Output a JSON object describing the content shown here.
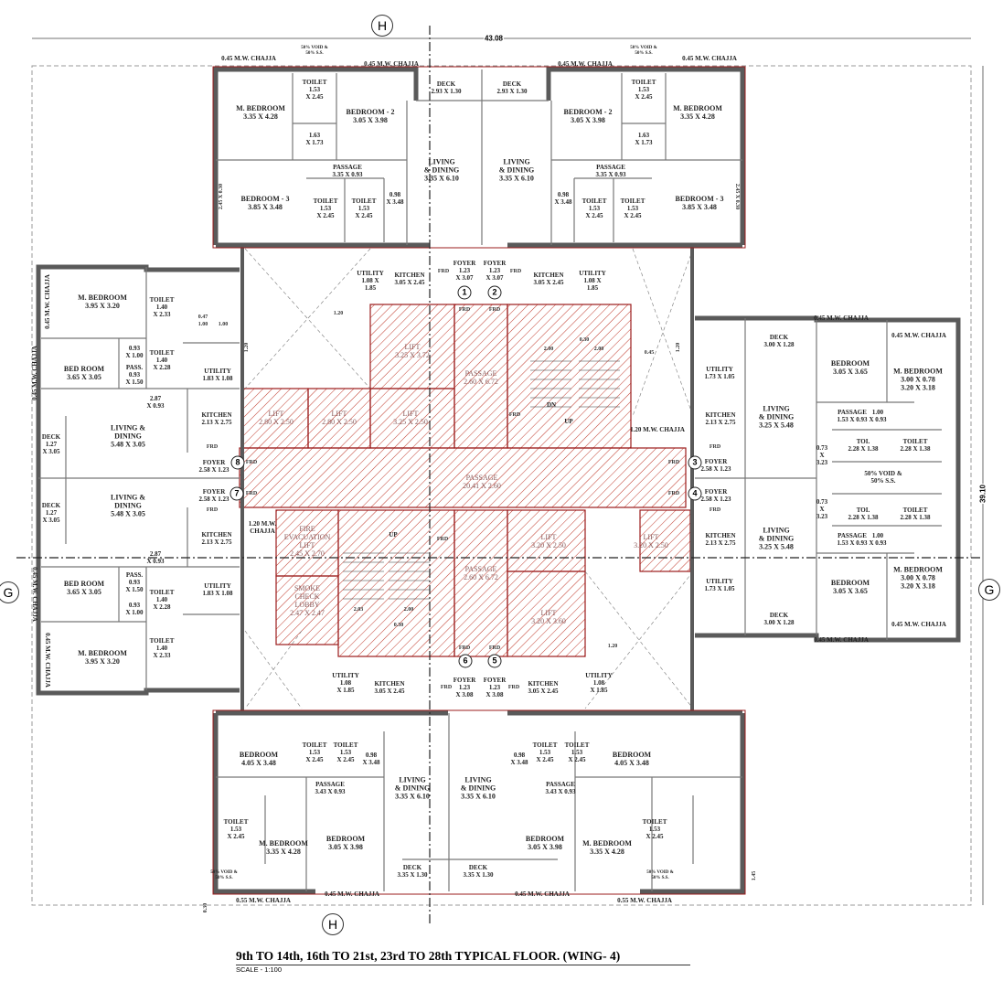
{
  "drawing": {
    "title": "9th TO 14th, 16th TO 21st, 23rd TO 28th TYPICAL FLOOR. (WING- 4)",
    "scale": "SCALE - 1:100",
    "overall_width": "43.08",
    "overall_depth": "39.10",
    "section_h": "H",
    "section_g": "G",
    "colors": {
      "wall": "#5a5a5a",
      "hatch": "#c0392b",
      "outline": "#9b1c1c"
    }
  },
  "flat_numbers": [
    "1",
    "2",
    "3",
    "4",
    "5",
    "6",
    "7",
    "8"
  ],
  "rooms": {
    "top_left": [
      "M. BEDROOM\n3.35 X 4.28",
      "TOILET\n1.53\nX 2.45",
      "1.63\nX 1.73",
      "BEDROOM - 2\n3.05 X 3.98",
      "PASSAGE\n3.35 X 0.93",
      "BEDROOM - 3\n3.85 X 3.48",
      "TOILET\n1.53\nX 2.45",
      "TOILET\n1.53\nX 2.45",
      "0.98\nX 3.48",
      "DECK\n2.93 X 1.30",
      "LIVING\n& DINING\n3.35 X 6.10",
      "UTILITY\n1.08 X\n1.85",
      "KITCHEN\n3.05 X 2.45",
      "FOYER\n1.23\nX 3.07"
    ],
    "top_right": [
      "M. BEDROOM\n3.35 X 4.28",
      "TOILET\n1.53\nX 2.45",
      "1.63\nX 1.73",
      "BEDROOM - 2\n3.05 X 3.98",
      "PASSAGE\n3.35 X 0.93",
      "BEDROOM - 3\n3.85 X 3.48",
      "TOILET\n1.53\nX 2.45",
      "TOILET\n1.53\nX 2.45",
      "0.98\nX 3.48",
      "DECK\n2.93 X 1.30",
      "LIVING\n& DINING\n3.35 X 6.10",
      "UTILITY\n1.08 X\n1.85",
      "KITCHEN\n3.05 X 2.45",
      "FOYER\n1.23\nX 3.07"
    ],
    "left": [
      "M. BEDROOM\n3.95 X 3.20",
      "TOILET\n1.40\nX 2.33",
      "BED ROOM\n3.65 X 3.05",
      "0.93\nX 1.00",
      "PASS.\n0.93\nX 1.50",
      "TOILET\n1.40\nX 2.28",
      "UTILITY\n1.83 X 1.08",
      "2.87\nX 0.93",
      "KITCHEN\n2.13 X 2.75",
      "DECK\n1.27\nX 3.05",
      "LIVING &\nDINING\n5.48 X 3.05",
      "FOYER\n2.58 X 1.23",
      "FOYER\n2.58 X 1.23",
      "DECK\n1.27\nX 3.05",
      "LIVING &\nDINING\n5.48 X 3.05",
      "KITCHEN\n2.13 X 2.75",
      "2.87\nX 0.93",
      "BED ROOM\n3.65 X 3.05",
      "PASS.\n0.93\nX 1.50",
      "0.93\nX 1.00",
      "TOILET\n1.40\nX 2.28",
      "UTILITY\n1.83 X 1.08",
      "M. BEDROOM\n3.95 X 3.20",
      "TOILET\n1.40\nX 2.33"
    ],
    "core": [
      "LIFT\n3.25 X 3.72",
      "LIFT\n2.80 X 2.50",
      "LIFT\n2.80 X 2.50",
      "LIFT\n3.25 X 2.50",
      "PASSAGE\n2.60 X 6.72",
      "PASSAGE\n20.41 X 2.60",
      "FIRE\nEVACUATION\nLIFT\n2.45 X 2.70",
      "SMOKE\nCHECK\nLOBBY\n2.47 X 2.47",
      "PASSAGE\n2.60 X 6.72",
      "LIFT\n3.20 X 2.50",
      "LIFT\n3.20 X 2.50",
      "LIFT\n3.20 X 3.60"
    ],
    "core_notes": [
      "1.20 M.W. CHAJJA",
      "1.20 M.W.\nCHAJJA",
      "DN",
      "UP",
      "UP"
    ],
    "right": [
      "DECK\n3.00 X 1.28",
      "BEDROOM\n3.05 X 3.65",
      "M. BEDROOM\n3.00 X 0.78\n3.20 X 3.18",
      "UTILITY\n1.73 X 1.05",
      "KITCHEN\n2.13 X 2.75",
      "LIVING\n& DINING\n3.25 X 5.48",
      "PASSAGE\n1.53 X 0.93",
      "1.00\nX 0.93",
      "TOI.\n2.28 X 1.38",
      "TOILET\n2.28 X 1.38",
      "0.73\nX\n3.23",
      "FOYER\n2.58 X 1.23",
      "50% VOID &\n50% S.S.",
      "FOYER\n2.58 X 1.23",
      "0.73\nX\n3.23",
      "TOI.\n2.28 X 1.38",
      "TOILET\n2.28 X 1.38",
      "PASSAGE\n1.53 X 0.93",
      "1.00\nX 0.93",
      "KITCHEN\n2.13 X 2.75",
      "LIVING\n& DINING\n3.25 X 5.48",
      "UTILITY\n1.73 X 1.05",
      "BEDROOM\n3.05 X 3.65",
      "M. BEDROOM\n3.00 X 0.78\n3.20 X 3.18",
      "DECK\n3.00 X 1.28"
    ],
    "bottom": [
      "UTILITY\n1.08\nX 1.85",
      "KITCHEN\n3.05 X 2.45",
      "FOYER\n1.23\nX 3.08",
      "FOYER\n1.23\nX 3.08",
      "KITCHEN\n3.05 X 2.45",
      "UTILITY\n1.08\nX 1.85",
      "BEDROOM\n4.05 X 3.48",
      "TOILET\n1.53\nX 2.45",
      "TOILET\n1.53\nX 2.45",
      "0.98\nX 3.48",
      "PASSAGE\n3.43 X 0.93",
      "LIVING\n& DINING\n3.35 X 6.10",
      "LIVING\n& DINING\n3.35 X 6.10",
      "0.98\nX 3.48",
      "TOILET\n1.53\nX 2.45",
      "TOILET\n1.53\nX 2.45",
      "BEDROOM\n4.05 X 3.48",
      "PASSAGE\n3.43 X 0.93",
      "TOILET\n1.53\nX 2.45",
      "M. BEDROOM\n3.35 X 4.28",
      "BEDROOM\n3.05 X 3.98",
      "DECK\n3.35 X 1.30",
      "DECK\n3.35 X 1.30",
      "BEDROOM\n3.05 X 3.98",
      "M. BEDROOM\n3.35 X 4.28",
      "TOILET\n1.53\nX 2.45",
      "50% VOID &\n50% S.S.",
      "50% VOID &\n50% S.S.",
      "50% VOID &\n50% S.S.",
      "50% VOID &\n50% S.S."
    ]
  },
  "chajja": [
    "0.45 M.W. CHAJJA",
    "0.45 M.W. CHAJJA",
    "0.45 M.W. CHAJJA",
    "0.45 M.W. CHAJJA",
    "0.45 M.W. CHAJJA",
    "0.45 M.W. CHAJJA",
    "0.45 M.W. CHAJJA",
    "0.45 M.W. CHAJJA",
    "0.45 M.W. CHAJJA",
    "0.45 M.W. CHAJJA",
    "0.45 M.W. CHAJJA",
    "0.45 M.W. CHAJJA",
    "0.55 M.W. CHAJJA",
    "0.45 M.W. CHAJJA",
    "0.45 M.W. CHAJJA",
    "0.55 M.W. CHAJJA"
  ],
  "frd": "FRD",
  "minor_dims": [
    "0.47",
    "1.00",
    "1.00",
    "1.20",
    "1.20",
    "1.20",
    "2.00",
    "0.30",
    "2.00",
    "0.45",
    "2.03",
    "2.00",
    "0.30",
    "1.20",
    "0.30",
    "1.45",
    "2.45 X 0.30",
    "2.45 X 0.30"
  ]
}
